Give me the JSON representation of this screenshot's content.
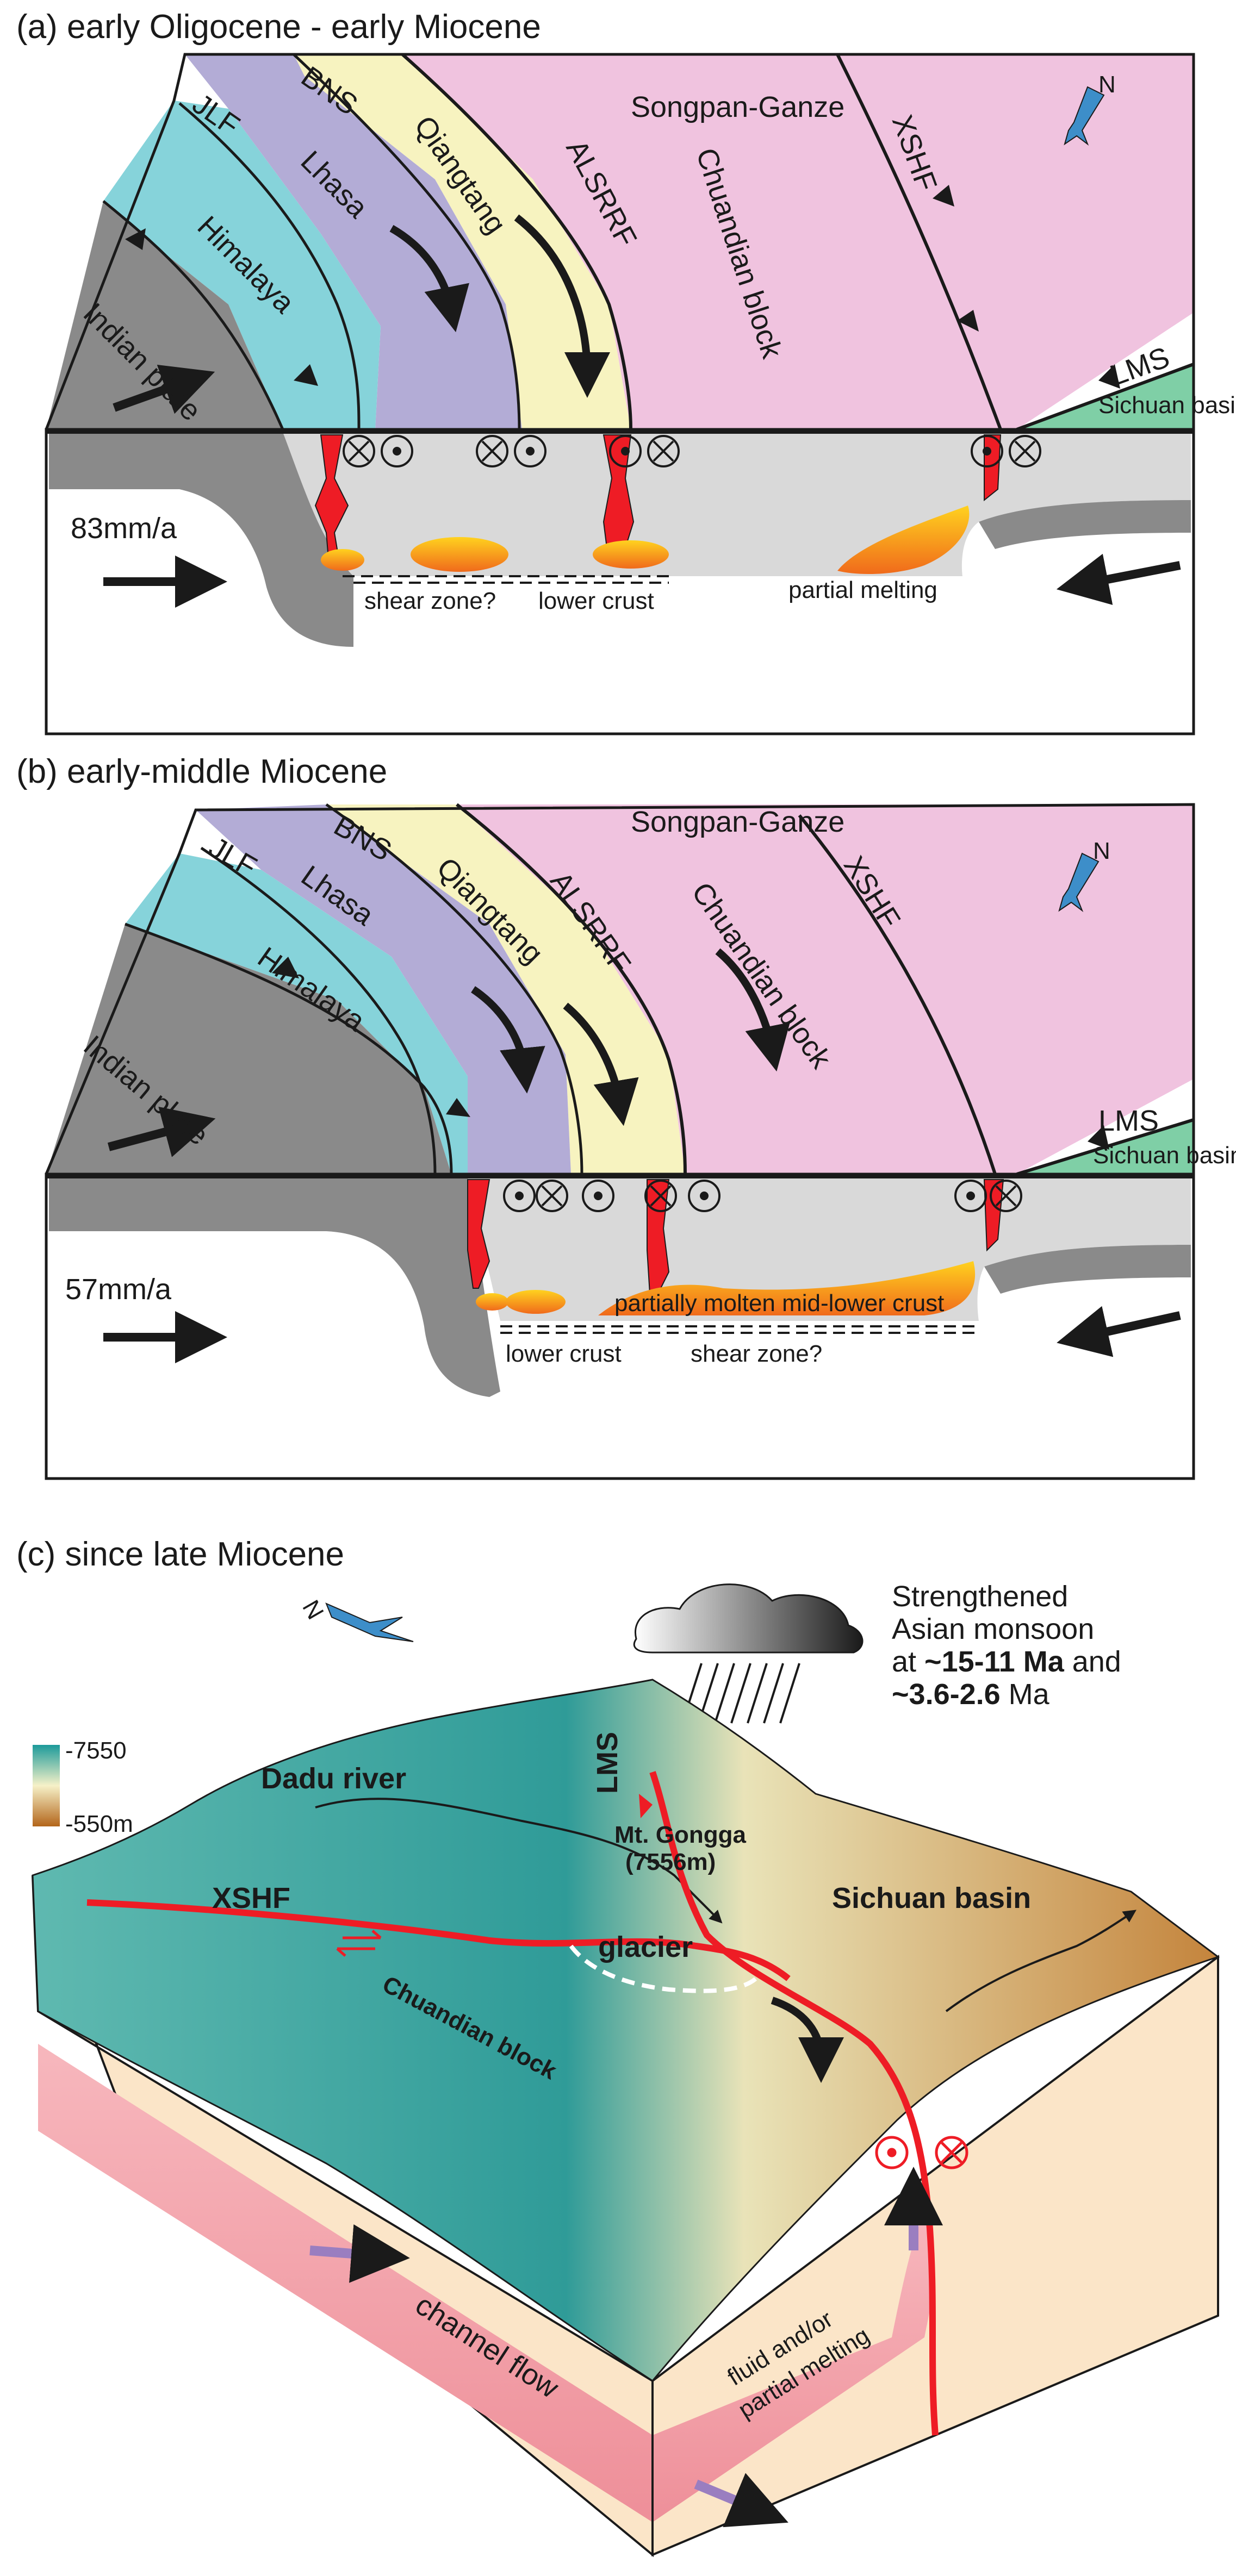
{
  "colors": {
    "himalaya": "#86d3da",
    "lhasa": "#b3acd6",
    "qiangtang": "#f7f3c0",
    "songpan": "#f0c3df",
    "sichuan": "#7fcfa6",
    "indian": "#8a8a8a",
    "crust": "#d9d9d9",
    "fault_red": "#ee1c25",
    "melt": "#f6a21b",
    "arrow": "#1a1a1a",
    "terrain_high": "#3aa7a0",
    "terrain_low": "#c07a2a",
    "channel": "#f4a9b0",
    "block_side": "#fbe5c8",
    "flow_arrow": "#9a7ec0",
    "north_arrow": "#3d8ec9"
  },
  "panel_a": {
    "title": "(a) early Oligocene - early Miocene",
    "labels": {
      "bns": "BNS",
      "songpan": "Songpan-Ganze",
      "jlf": "JLF",
      "lhasa": "Lhasa",
      "qiangtang": "Qiangtang",
      "alsrrf": "ALSRRF",
      "chuandian": "Chuandian block",
      "xshf": "XSHF",
      "himalaya": "Himalaya",
      "indian": "Indian plate",
      "lms": "LMS",
      "sichuan": "Sichuan basin",
      "rate": "83mm/a",
      "shear": "shear zone?",
      "lower_crust": "lower crust",
      "partial": "partial melting",
      "north": "N"
    }
  },
  "panel_b": {
    "title": "(b) early-middle Miocene",
    "labels": {
      "bns": "BNS",
      "songpan": "Songpan-Ganze",
      "jlf": "JLF",
      "lhasa": "Lhasa",
      "qiangtang": "Qiangtang",
      "alsrrf": "ALSRRF",
      "chuandian": "Chuandian block",
      "xshf": "XSHF",
      "himalaya": "Himalaya",
      "indian": "Indian plate",
      "lms": "LMS",
      "sichuan": "Sichuan basin",
      "rate": "57mm/a",
      "molten": "partially molten mid-lower crust",
      "lower_crust": "lower crust",
      "shear": "shear zone?",
      "north": "N"
    }
  },
  "panel_c": {
    "title": "(c) since late Miocene",
    "monsoon_line1": "Strengthened",
    "monsoon_line2": "Asian monsoon",
    "monsoon_line3_pre": "at ",
    "monsoon_line3_bold": "~15-11 Ma",
    "monsoon_line3_post": " and",
    "monsoon_line4_bold": "~3.6-2.6",
    "monsoon_line4_post": " Ma",
    "legend_high": "-7550",
    "legend_low": "-550m",
    "dadu": "Dadu river",
    "lms": "LMS",
    "gongga": "Mt. Gongga",
    "gongga_elev": "(7556m)",
    "xshf": "XSHF",
    "sichuan": "Sichuan basin",
    "glacier": "glacier",
    "chuandian": "Chuandian block",
    "channel": "channel flow",
    "fluid1": "fluid and/or",
    "fluid2": "partial melting",
    "north": "N"
  }
}
